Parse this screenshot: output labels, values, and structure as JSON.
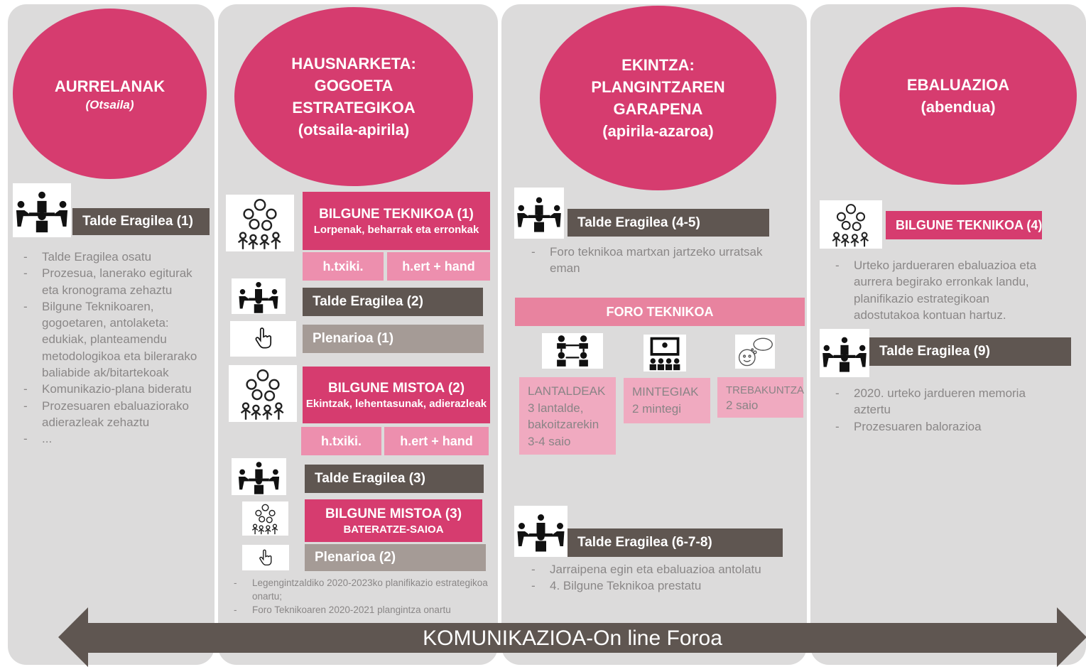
{
  "columns": [
    {
      "title": "AURRELANAK",
      "subtitle": "(Otsaila)",
      "bars": [
        "Talde Eragilea (1)"
      ],
      "list": [
        "Talde Eragilea osatu",
        "Prozesua, lanerako egiturak eta kronograma zehaztu",
        "Bilgune Teknikoaren, gogoetaren, antolaketa: edukiak, planteamendu metodologikoa eta bilerarako baliabide ak/bitartekoak",
        "Komunikazio-plana bideratu",
        "Prozesuaren ebaluaziorako adierazleak zehaztu",
        "..."
      ]
    },
    {
      "title": "HAUSNARKETA:\nGOGOETA\nESTRATEGIKOA",
      "period": "(otsaila-apirila)",
      "bilgune1": {
        "title": "BILGUNE TEKNIKOA (1)",
        "desc": "Lorpenak, beharrak eta erronkak"
      },
      "chips1": [
        "h.txiki.",
        "h.ert + hand"
      ],
      "talde2": "Talde Eragilea (2)",
      "plenario1": "Plenarioa (1)",
      "mistoa2": {
        "title": "BILGUNE MISTOA (2)",
        "desc": "Ekintzak, lehentasunak, adierazleak"
      },
      "chips2": [
        "h.txiki.",
        "h.ert + hand"
      ],
      "talde3": "Talde Eragilea (3)",
      "mistoa3": {
        "title": "BILGUNE MISTOA (3)",
        "desc": "BATERATZE-SAIOA"
      },
      "plenario2": "Plenarioa (2)",
      "notes": [
        "Legengintzaldiko 2020-2023ko planifikazio estrategikoa onartu;",
        "Foro Teknikoaren 2020-2021 plangintza onartu"
      ]
    },
    {
      "title": "EKINTZA:\nPLANGINTZAREN\nGARAPENA",
      "period": "(apirila-azaroa)",
      "talde45": "Talde Eragilea (4-5)",
      "list1": [
        "Foro teknikoa martxan jartzeko urratsak eman"
      ],
      "foro": "FORO TEKNIKOA",
      "boxes": [
        {
          "title": "LANTALDEAK",
          "desc": "3 lantalde, bakoitzarekin 3-4 saio"
        },
        {
          "title": "MINTEGIAK",
          "desc": "2 mintegi"
        },
        {
          "title": "TREBAKUNTZA",
          "desc": "2 saio"
        }
      ],
      "talde678": "Talde Eragilea (6-7-8)",
      "list2": [
        "Jarraipena egin eta ebaluazioa antolatu",
        "4. Bilgune Teknikoa prestatu"
      ]
    },
    {
      "title": "EBALUAZIOA",
      "period": "(abendua)",
      "bilgune4": "BILGUNE TEKNIKOA (4)",
      "list1": [
        "Urteko jardueraren ebaluazioa eta aurrera begirako erronkak landu, planifikazio estrategikoan adostutakoa kontuan hartuz."
      ],
      "talde9": "Talde Eragilea (9)",
      "list2": [
        "2020. urteko jardueren memoria aztertu",
        "Prozesuaren balorazioa"
      ]
    }
  ],
  "arrow_label": "KOMUNIKAZIOA-On line Foroa",
  "icons": [
    "meeting-group-icon",
    "gears-team-icon",
    "hand-pointer-icon",
    "network-people-icon",
    "presentation-icon",
    "thinking-head-icon"
  ],
  "colors": {
    "pink": "#d63c6f",
    "light_pink": "#ed8fae",
    "brown": "#5f5651",
    "grey": "#a59b96",
    "column_bg": "#dcdbdb"
  }
}
